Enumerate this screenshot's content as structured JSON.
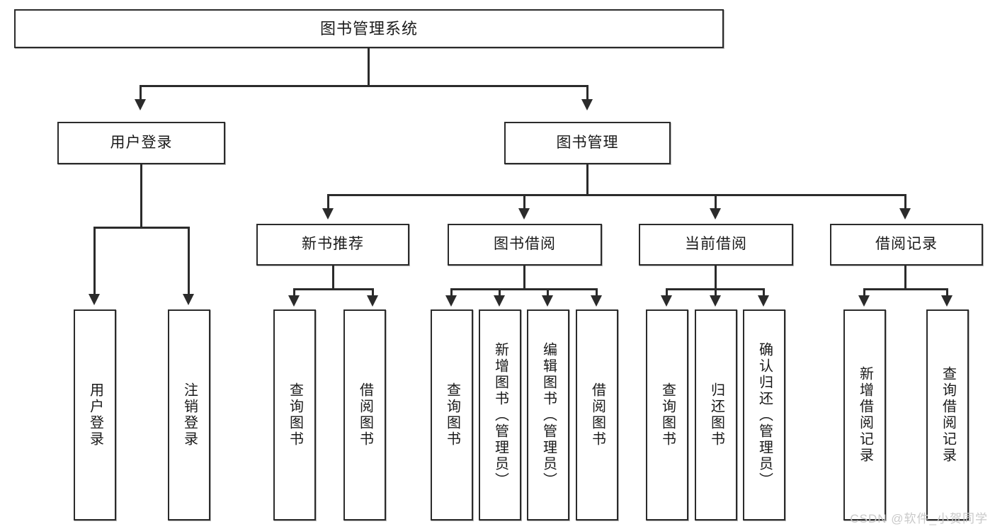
{
  "diagram": {
    "title": "图书管理系统",
    "type": "tree-hierarchy-chart",
    "orientation": "top-down"
  },
  "root": {
    "label": "图书管理系统"
  },
  "level2": [
    {
      "label": "用户登录"
    },
    {
      "label": "图书管理"
    }
  ],
  "level3": [
    {
      "label": "新书推荐"
    },
    {
      "label": "图书借阅"
    },
    {
      "label": "当前借阅"
    },
    {
      "label": "借阅记录"
    }
  ],
  "leaves": {
    "user_login": [
      {
        "label": "用户登录"
      },
      {
        "label": "注销登录"
      }
    ],
    "new_book_recommend": [
      {
        "label": "查询图书"
      },
      {
        "label": "借阅图书"
      }
    ],
    "book_borrow": [
      {
        "label": "查询图书"
      },
      {
        "label": "新增图书（管理员）"
      },
      {
        "label": "编辑图书（管理员）"
      },
      {
        "label": "借阅图书"
      }
    ],
    "current_borrow": [
      {
        "label": "查询图书"
      },
      {
        "label": "归还图书"
      },
      {
        "label": "确认归还（管理员）"
      }
    ],
    "borrow_record": [
      {
        "label": "新增借阅记录"
      },
      {
        "label": "查询借阅记录"
      }
    ]
  },
  "watermark": {
    "text": "CSDN @软件_小贺同学"
  },
  "colors": {
    "stroke": "#2b2b2b",
    "fill": "#ffffff",
    "text": "#1a1a1a",
    "watermark": "#c9c9c9"
  }
}
